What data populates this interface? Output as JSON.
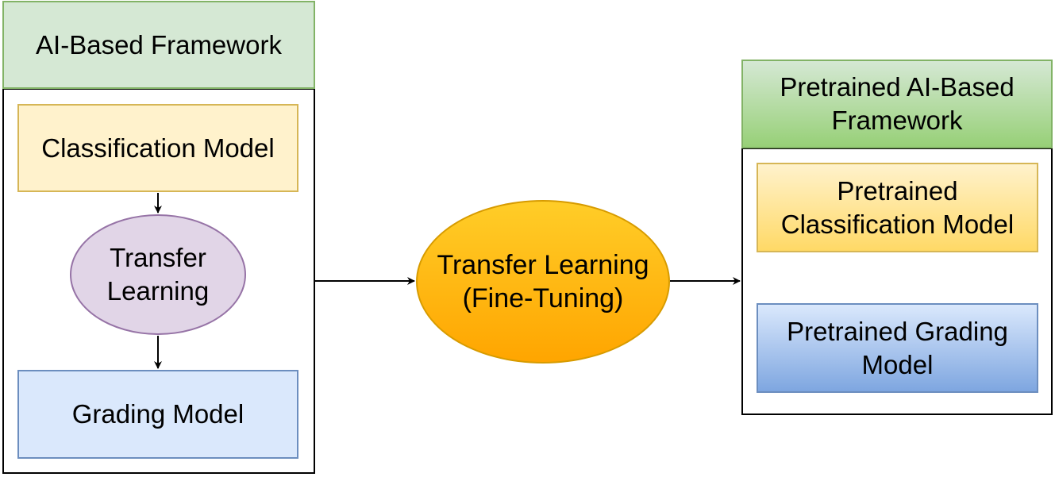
{
  "left_panel": {
    "header": "AI-Based Framework",
    "classification_model": "Classification Model",
    "transfer_learning": [
      "Transfer",
      "Learning"
    ],
    "grading_model": "Grading Model"
  },
  "center": {
    "process": [
      "Transfer Learning",
      "(Fine-Tuning)"
    ]
  },
  "right_panel": {
    "header": [
      "Pretrained AI-Based",
      "Framework"
    ],
    "pretrained_classification": [
      "Pretrained",
      "Classification Model"
    ],
    "pretrained_grading": [
      "Pretrained Grading",
      "Model"
    ]
  },
  "colors": {
    "green_fill": "#d5e8d4",
    "green_stroke": "#82b366",
    "yellow_fill": "#fff2cc",
    "yellow_stroke": "#d6b656",
    "blue_fill": "#dae8fc",
    "blue_stroke": "#6c8ebf",
    "purple_fill": "#e1d5e7",
    "purple_stroke": "#9673a6",
    "orange_fill": "#ffa500",
    "orange_stroke": "#d79b00"
  }
}
